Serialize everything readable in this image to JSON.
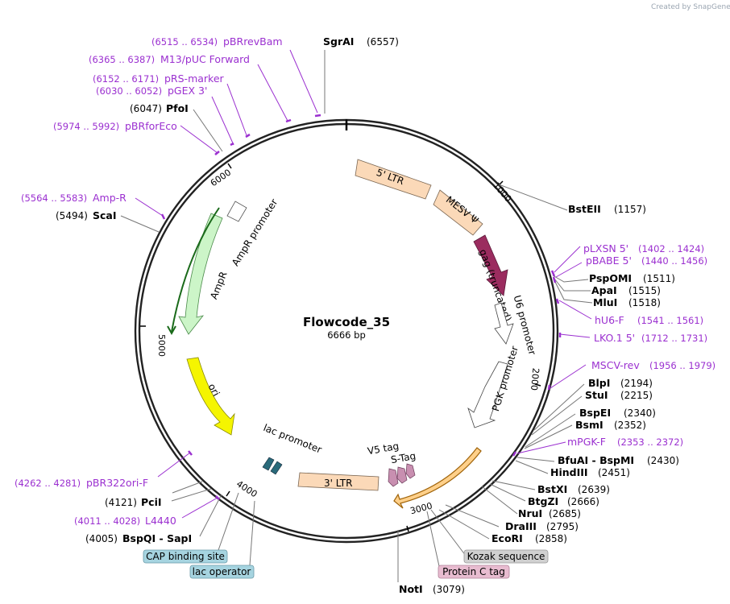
{
  "watermark": "Created by SnapGene",
  "plasmid": {
    "name": "Flowcode_35",
    "length": "6666 bp"
  },
  "ticks": [
    "1000",
    "2000",
    "3000",
    "4000",
    "5000",
    "6000"
  ],
  "enzymes": [
    {
      "name": "SgrAI",
      "pos": "(6557)"
    },
    {
      "name": "BstEII",
      "pos": "(1157)"
    },
    {
      "name": "PspOMI",
      "pos": "(1511)"
    },
    {
      "name": "ApaI",
      "pos": "(1515)"
    },
    {
      "name": "MluI",
      "pos": "(1518)"
    },
    {
      "name": "BlpI",
      "pos": "(2194)"
    },
    {
      "name": "StuI",
      "pos": "(2215)"
    },
    {
      "name": "BspEI",
      "pos": "(2340)"
    },
    {
      "name": "BsmI",
      "pos": "(2352)"
    },
    {
      "name": "BfuAI  -  BspMI",
      "pos": "(2430)"
    },
    {
      "name": "HindIII",
      "pos": "(2451)"
    },
    {
      "name": "BstXI",
      "pos": "(2639)"
    },
    {
      "name": "BtgZI",
      "pos": "(2666)"
    },
    {
      "name": "NruI",
      "pos": "(2685)"
    },
    {
      "name": "DraIII",
      "pos": "(2795)"
    },
    {
      "name": "EcoRI",
      "pos": "(2858)"
    },
    {
      "name": "NotI",
      "pos": "(3079)"
    },
    {
      "name": "BspQI  -  SapI",
      "pos": "(4005)"
    },
    {
      "name": "PciI",
      "pos": "(4121)"
    },
    {
      "name": "ScaI",
      "pos": "(5494)"
    },
    {
      "name": "PfoI",
      "pos": "(6047)"
    }
  ],
  "primers": [
    {
      "name": "pBRrevBam",
      "pos": "(6515 .. 6534)"
    },
    {
      "name": "M13/pUC Forward",
      "pos": "(6365 .. 6387)"
    },
    {
      "name": "pRS-marker",
      "pos": "(6152 .. 6171)"
    },
    {
      "name": "pGEX 3'",
      "pos": "(6030 .. 6052)"
    },
    {
      "name": "pBRforEco",
      "pos": "(5974 .. 5992)"
    },
    {
      "name": "Amp-R",
      "pos": "(5564 .. 5583)"
    },
    {
      "name": "pLXSN 5'",
      "pos": "(1402 .. 1424)"
    },
    {
      "name": "pBABE 5'",
      "pos": "(1440 .. 1456)"
    },
    {
      "name": "hU6-F",
      "pos": "(1541 .. 1561)"
    },
    {
      "name": "LKO.1 5'",
      "pos": "(1712 .. 1731)"
    },
    {
      "name": "MSCV-rev",
      "pos": "(1956 .. 1979)"
    },
    {
      "name": "mPGK-F",
      "pos": "(2353 .. 2372)"
    },
    {
      "name": "pBR322ori-F",
      "pos": "(4262 .. 4281)"
    },
    {
      "name": "L4440",
      "pos": "(4011 .. 4028)"
    }
  ],
  "features": {
    "ltr5": "5' LTR",
    "mesv": "MESV Ψ",
    "gag": "gag (truncated)",
    "u6": "U6 promoter",
    "pgk": "PGK promoter",
    "v5": "V5 tag",
    "stag": "S-Tag",
    "ltr3": "3' LTR",
    "lacpromoter": "lac promoter",
    "ori": "ori",
    "ampr": "AmpR",
    "amprpromoter": "AmpR promoter"
  },
  "boxes": {
    "cap": "CAP binding site",
    "lacop": "lac operator",
    "kozak": "Kozak sequence",
    "proteinc": "Protein C tag"
  },
  "colors": {
    "backbone": "#222222",
    "ltr": "#fbd9b8",
    "gag": "#9b2c5f",
    "promoter": "#ffffff",
    "ori": "#f5f500",
    "ampr": "#ccf5c8",
    "primer": "#9b30d0",
    "cap_box": "#a6d4e0",
    "kozak_box": "#d0d0d0",
    "proteinc_box": "#e8bcd0",
    "tag": "#c88fb0"
  }
}
